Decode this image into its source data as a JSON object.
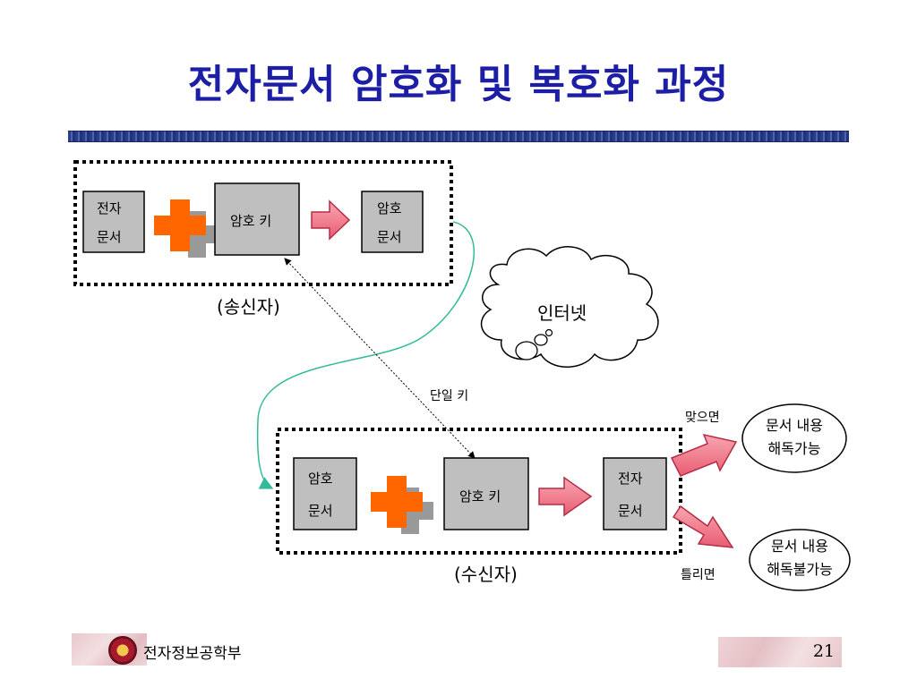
{
  "slide": {
    "title": "전자문서 암호화 및 복호화 과정",
    "footer_text": "전자정보공학부",
    "page_number": "21"
  },
  "sender": {
    "doc_line1": "전자",
    "doc_line2": "문서",
    "key_label": "암호 키",
    "enc_line1": "암호",
    "enc_line2": "문서",
    "caption": "(송신자)"
  },
  "internet": {
    "label": "인터넷"
  },
  "shared_key": {
    "label": "단일 키"
  },
  "receiver": {
    "enc_line1": "암호",
    "enc_line2": "문서",
    "key_label": "암호 키",
    "doc_line1": "전자",
    "doc_line2": "문서",
    "caption": "(수신자)"
  },
  "outcomes": {
    "match_label": "맞으면",
    "match_line1": "문서 내용",
    "match_line2": "해독가능",
    "mismatch_label": "틀리면",
    "mismatch_line1": "문서 내용",
    "mismatch_line2": "해독불가능"
  },
  "colors": {
    "title": "#1c1fa6",
    "box_fill": "#bfbfbf",
    "plus": "#ff6600",
    "arrow_pink": "#f4808f",
    "connector": "#33bb99"
  }
}
